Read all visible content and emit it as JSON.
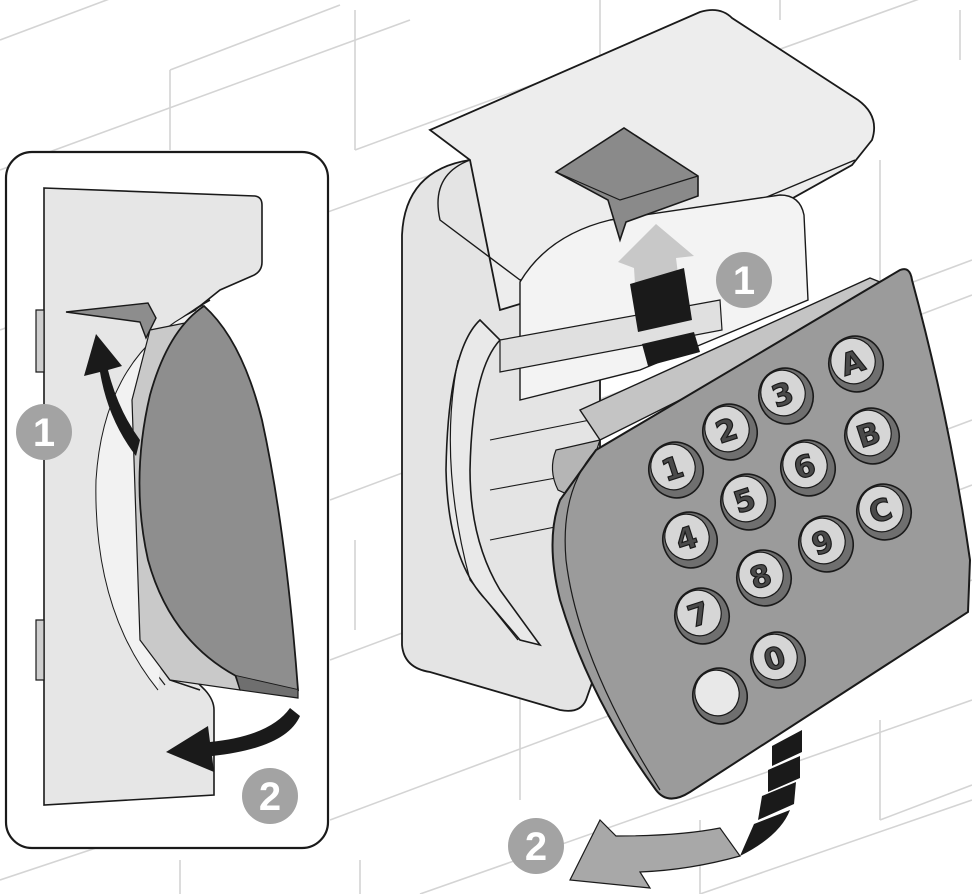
{
  "colors": {
    "background": "#ffffff",
    "wall_lines": "#d4d4d4",
    "housing_fill": "#e2e2e2",
    "housing_light": "#efefef",
    "keypad_fill": "#9b9b9b",
    "keypad_dark": "#7a7a7a",
    "key_fill": "#d8d8d8",
    "arrow_black": "#1a1a1a",
    "arrow_gray": "#a8a8a8",
    "step_badge": "#a3a3a3",
    "outline": "#1a1a1a"
  },
  "inset": {
    "steps": [
      {
        "label": "1",
        "arrow_icon": "curved-arrow-up-icon"
      },
      {
        "label": "2",
        "arrow_icon": "curved-arrow-left-icon"
      }
    ]
  },
  "main": {
    "steps": [
      {
        "label": "1",
        "arrow_icon": "arrow-up-icon"
      },
      {
        "label": "2",
        "arrow_icon": "curved-arrow-left-icon"
      }
    ],
    "keypad": {
      "keys": [
        "1",
        "2",
        "3",
        "A",
        "4",
        "5",
        "6",
        "B",
        "7",
        "8",
        "9",
        "C",
        "",
        "0"
      ]
    }
  }
}
